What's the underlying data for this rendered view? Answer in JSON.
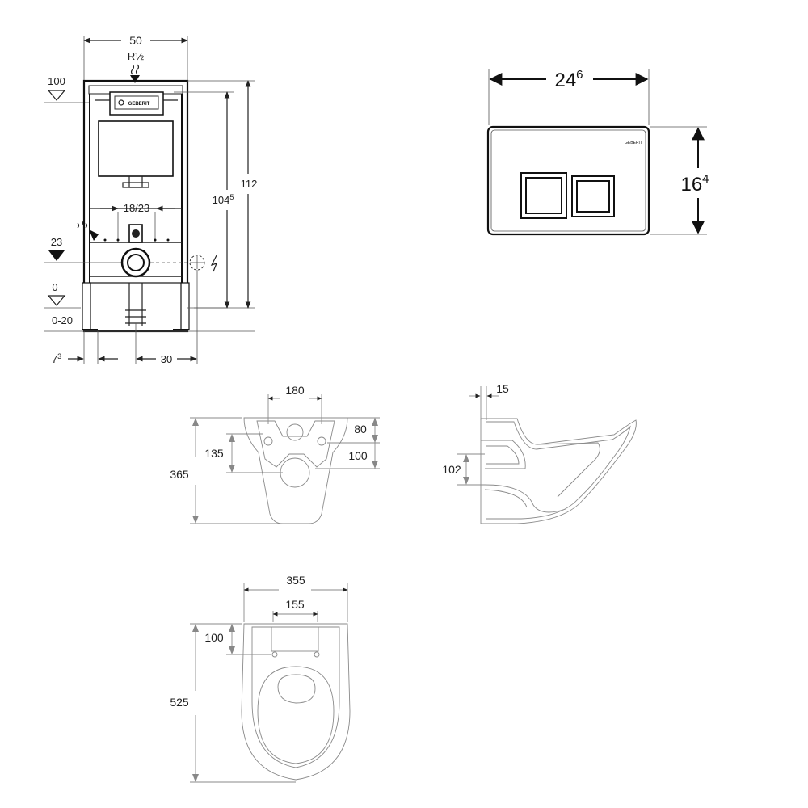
{
  "frame": {
    "width": "50",
    "thread": "R½",
    "level_top": "100",
    "height_total": "112",
    "height_inner_main": "104",
    "height_inner_sup": "5",
    "drain_spacing": "18/23",
    "level_mid": "23",
    "level_floor": "0",
    "floor_range": "0-20",
    "offset_main": "7",
    "offset_sup": "3",
    "drain_offset": "30"
  },
  "plate": {
    "width_main": "24",
    "width_sup": "6",
    "height_main": "16",
    "height_sup": "4",
    "brand": "GEBERIT"
  },
  "bowl_front": {
    "bolt_spacing": "180",
    "total_height": "365",
    "bolt_to_drain": "135",
    "top_to_bolt": "80",
    "bolt_to_water": "100"
  },
  "bowl_side": {
    "wall_gap": "15",
    "outlet_height": "102"
  },
  "bowl_top": {
    "width": "355",
    "inner_width": "155",
    "back_depth": "100",
    "length": "525"
  }
}
